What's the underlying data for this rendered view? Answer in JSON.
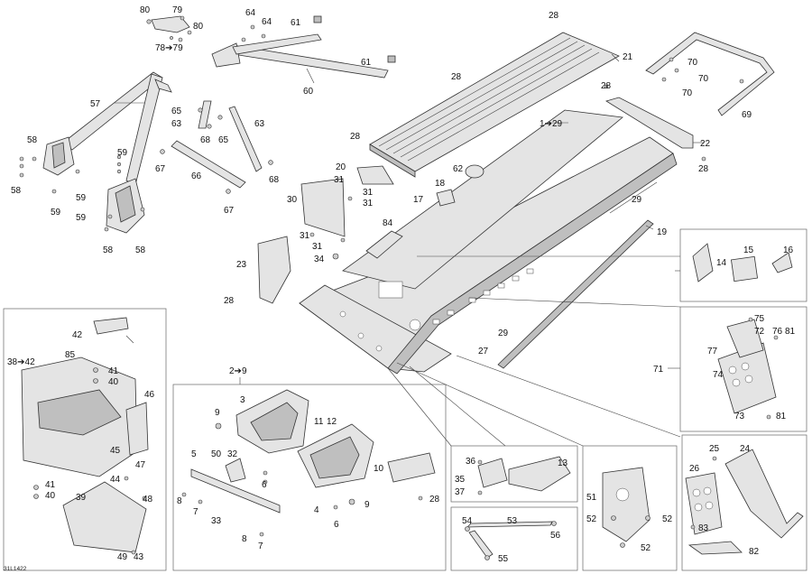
{
  "diagram": {
    "code": "31L1422",
    "labels": {
      "p80a": "80",
      "p79": "79",
      "p80b": "80",
      "p78": "78➔79",
      "p64a": "64",
      "p64b": "64",
      "p61a": "61",
      "p61b": "61",
      "p60": "60",
      "p57": "57",
      "p58a": "58",
      "p58b": "58",
      "p58c": "58",
      "p58d": "58",
      "p59a": "59",
      "p59b": "59",
      "p59c": "59",
      "p59d": "59",
      "p65a": "65",
      "p65b": "65",
      "p63a": "63",
      "p63b": "63",
      "p68a": "68",
      "p68b": "68",
      "p67a": "67",
      "p67b": "67",
      "p66": "66",
      "p28a": "28",
      "p28b": "28",
      "p28c": "28",
      "p28d": "28",
      "p28e": "28",
      "p28f": "28",
      "p28g": "28",
      "p21": "21",
      "p70a": "70",
      "p70b": "70",
      "p70c": "70",
      "p69": "69",
      "p1": "1➔29",
      "p22": "22",
      "p20": "20",
      "p62": "62",
      "p18": "18",
      "p17": "17",
      "p30": "30",
      "p31a": "31",
      "p31b": "31",
      "p31c": "31",
      "p31d": "31",
      "p31e": "31",
      "p84": "84",
      "p29a": "29",
      "p29b": "29",
      "p19": "19",
      "p34": "34",
      "p23": "23",
      "p14": "14",
      "p15": "15",
      "p16": "16",
      "p27": "27",
      "p71": "71",
      "p72": "72",
      "p73": "73",
      "p74": "74",
      "p75": "75",
      "p76": "76",
      "p77": "77",
      "p81a": "81",
      "p81b": "81",
      "p42": "42",
      "p38": "38➔42",
      "p85": "85",
      "p41a": "41",
      "p40a": "40",
      "p41b": "41",
      "p40b": "40",
      "p46": "46",
      "p45": "45",
      "p47": "47",
      "p44": "44",
      "p39": "39",
      "p48": "48",
      "p49": "49",
      "p43": "43",
      "p2": "2➔9",
      "p3": "3",
      "p9a": "9",
      "p9b": "9",
      "p11": "11",
      "p12": "12",
      "p5": "5",
      "p50": "50",
      "p32": "32",
      "p8a": "8",
      "p8b": "8",
      "p7a": "7",
      "p7b": "7",
      "p33": "33",
      "p6a": "6",
      "p6b": "6",
      "p4": "4",
      "p10": "10",
      "p36": "36",
      "p13": "13",
      "p35": "35",
      "p37": "37",
      "p51": "51",
      "p52a": "52",
      "p52b": "52",
      "p52c": "52",
      "p54": "54",
      "p53": "53",
      "p56": "56",
      "p55": "55",
      "p25": "25",
      "p24": "24",
      "p26": "26",
      "p83": "83",
      "p82": "82"
    }
  }
}
